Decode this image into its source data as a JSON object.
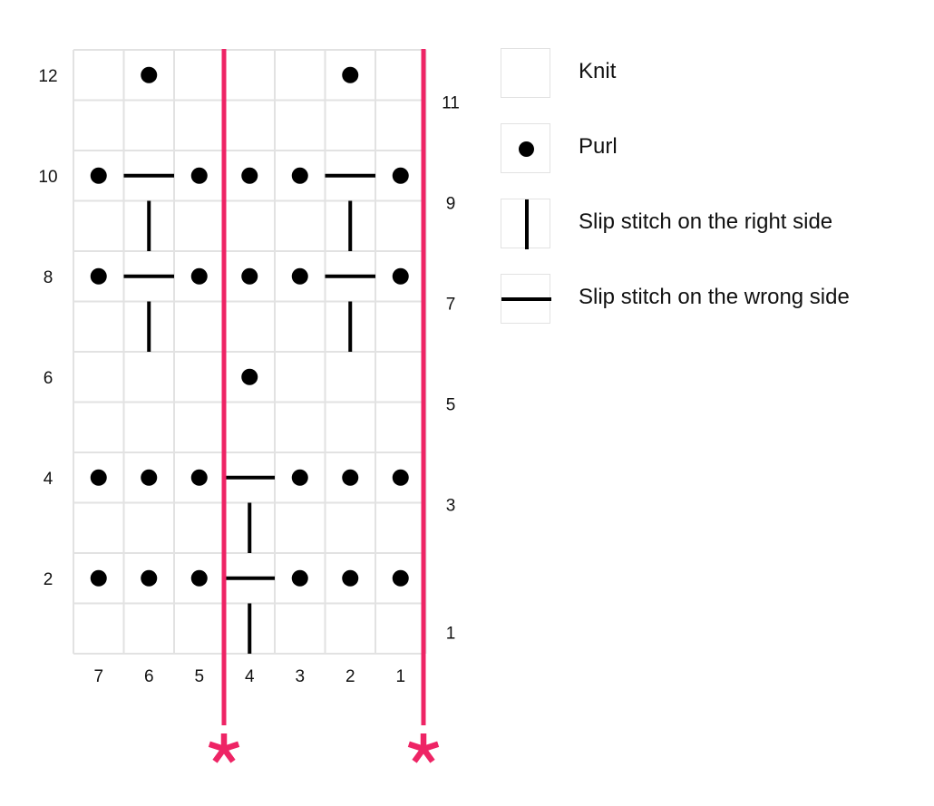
{
  "chart_data": {
    "type": "knitting-chart",
    "columns": 7,
    "rows": 12,
    "column_labels": [
      "7",
      "6",
      "5",
      "4",
      "3",
      "2",
      "1"
    ],
    "row_labels_left": [
      "12",
      "10",
      "8",
      "6",
      "4",
      "2"
    ],
    "row_labels_right": [
      "11",
      "9",
      "7",
      "5",
      "3",
      "1"
    ],
    "repeat_markers": {
      "color": "#ee2465",
      "symbol": "*",
      "between_columns": [
        [
          5,
          4
        ],
        [
          1,
          "edge"
        ]
      ]
    },
    "grid_color": "#e2e2e2",
    "cells": {
      "12": [
        "knit",
        "purl",
        "knit",
        "knit",
        "knit",
        "purl",
        "knit"
      ],
      "11": [
        "knit",
        "knit",
        "knit",
        "knit",
        "knit",
        "knit",
        "knit"
      ],
      "10": [
        "purl",
        "slip-ws",
        "purl",
        "purl",
        "purl",
        "slip-ws",
        "purl"
      ],
      "9": [
        "knit",
        "slip-rs",
        "knit",
        "knit",
        "knit",
        "slip-rs",
        "knit"
      ],
      "8": [
        "purl",
        "slip-ws",
        "purl",
        "purl",
        "purl",
        "slip-ws",
        "purl"
      ],
      "7": [
        "knit",
        "slip-rs",
        "knit",
        "knit",
        "knit",
        "slip-rs",
        "knit"
      ],
      "6": [
        "knit",
        "knit",
        "knit",
        "purl",
        "knit",
        "knit",
        "knit"
      ],
      "5": [
        "knit",
        "knit",
        "knit",
        "knit",
        "knit",
        "knit",
        "knit"
      ],
      "4": [
        "purl",
        "purl",
        "purl",
        "slip-ws",
        "purl",
        "purl",
        "purl"
      ],
      "3": [
        "knit",
        "knit",
        "knit",
        "slip-rs",
        "knit",
        "knit",
        "knit"
      ],
      "2": [
        "purl",
        "purl",
        "purl",
        "slip-ws",
        "purl",
        "purl",
        "purl"
      ],
      "1": [
        "knit",
        "knit",
        "knit",
        "slip-rs",
        "knit",
        "knit",
        "knit"
      ]
    }
  },
  "legend": {
    "items": [
      {
        "symbol": "knit",
        "label": "Knit"
      },
      {
        "symbol": "purl",
        "label": "Purl"
      },
      {
        "symbol": "slip-rs",
        "label": "Slip stitch on the right side"
      },
      {
        "symbol": "slip-ws",
        "label": "Slip stitch on the wrong side"
      }
    ]
  }
}
